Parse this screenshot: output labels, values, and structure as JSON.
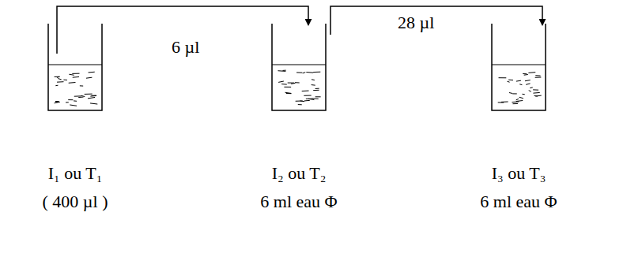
{
  "diagram": {
    "nodes": [
      {
        "text": [
          "I₁ ou T₁",
          "( 400 µl )"
        ]
      },
      {
        "text": [
          "I₂ ou T₂",
          "6 ml eau Φ"
        ]
      },
      {
        "text": [
          "I₃ ou T₃",
          "6 ml eau Φ"
        ]
      }
    ],
    "edges": [
      {
        "from": 0,
        "to": 1,
        "arrow": "to",
        "label": "6 µl"
      },
      {
        "from": 1,
        "to": 2,
        "arrow": "to",
        "label": "28 µl"
      }
    ]
  }
}
